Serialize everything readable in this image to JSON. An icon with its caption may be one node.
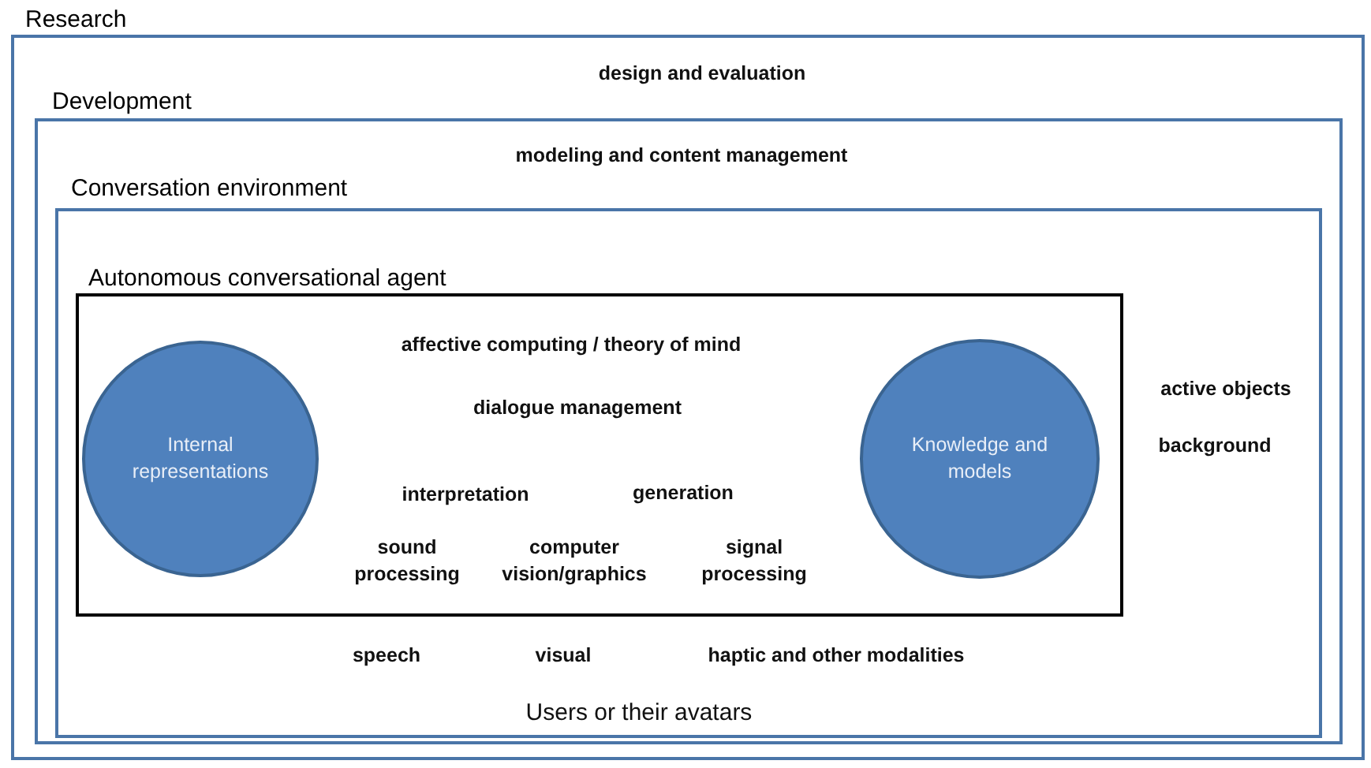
{
  "diagram": {
    "nodes": [
      {
        "text": [
          "Research"
        ]
      },
      {
        "text": [
          "Development"
        ],
        "in": 0
      },
      {
        "text": [
          "Conversation environment"
        ],
        "in": 1
      },
      {
        "text": [
          "Autonomous conversational agent"
        ],
        "in": 2
      },
      {
        "text": [
          "Internal representations"
        ],
        "in": 3
      },
      {
        "text": [
          "Knowledge and models"
        ],
        "in": 3
      }
    ],
    "labels": [
      "design and evaluation",
      "modeling and content management",
      "affective computing / theory of mind",
      "dialogue management",
      "active objects",
      "background",
      "interpretation",
      "generation",
      "sound processing",
      "computer vision/graphics",
      "signal processing",
      "speech",
      "visual",
      "haptic and other modalities",
      "Users or their avatars"
    ]
  }
}
